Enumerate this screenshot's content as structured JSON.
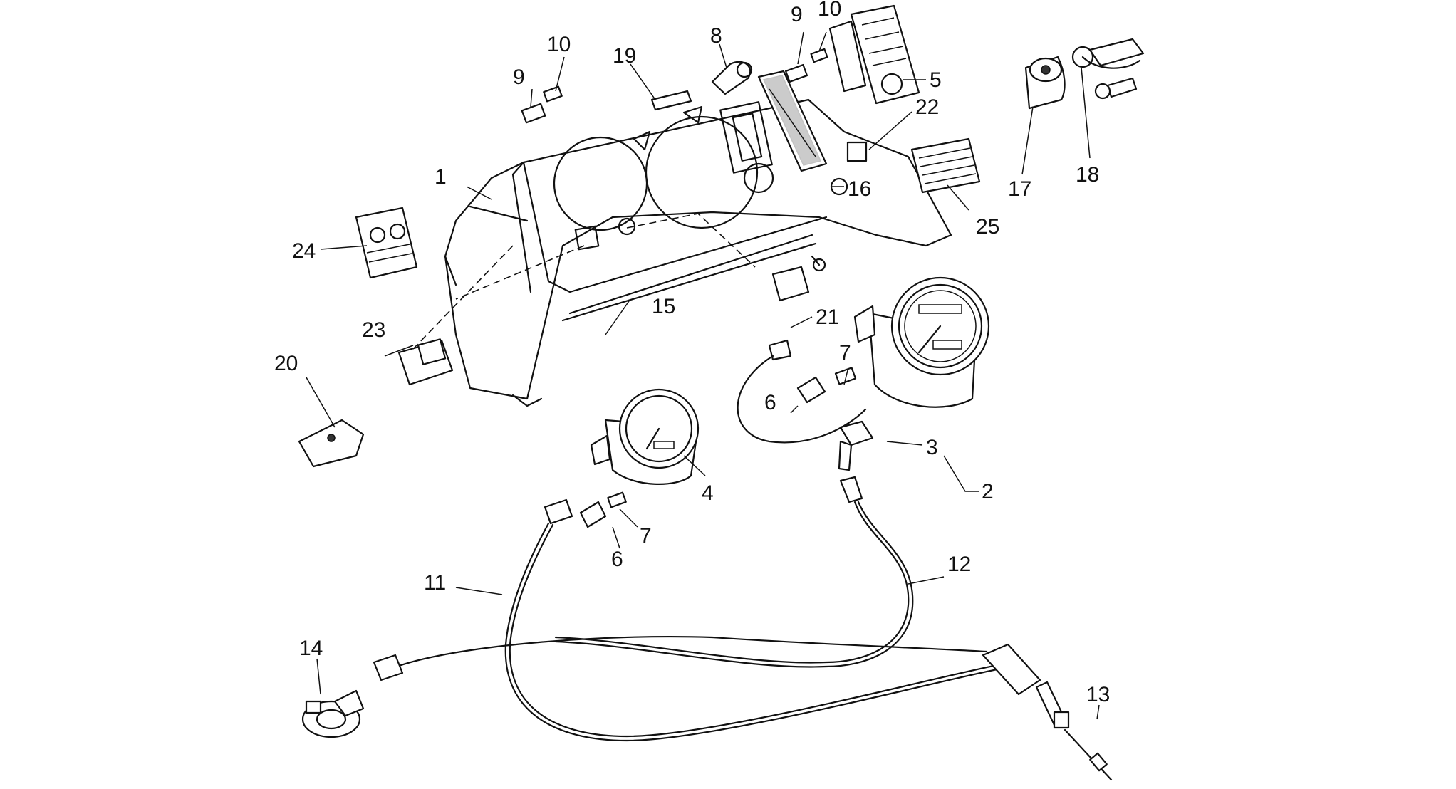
{
  "diagram": {
    "callouts": [
      "1",
      "2",
      "3",
      "4",
      "5",
      "6",
      "6",
      "6",
      "7",
      "7",
      "8",
      "9",
      "9",
      "9",
      "10",
      "10",
      "11",
      "12",
      "13",
      "14",
      "15",
      "16",
      "17",
      "18",
      "19",
      "20",
      "21",
      "22",
      "23",
      "24",
      "25"
    ]
  },
  "colors": {
    "ink": "#111111",
    "background": "#ffffff"
  }
}
